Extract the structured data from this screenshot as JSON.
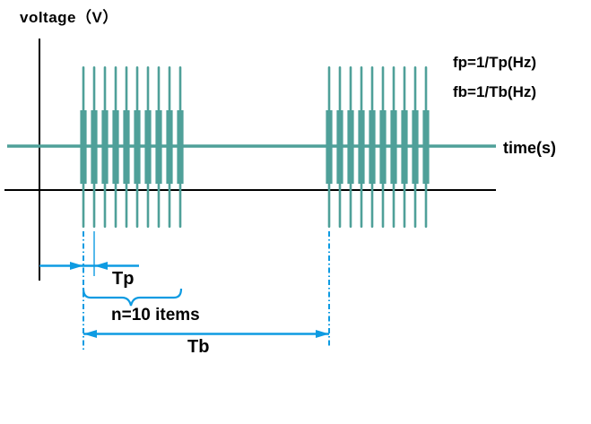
{
  "labels": {
    "voltage_axis": "voltage（V）",
    "time_axis": "time(s)",
    "fp_formula": "fp=1/Tp(Hz)",
    "fb_formula": "fb=1/Tb(Hz)",
    "tp": "Tp",
    "n_items": "n=10 items",
    "tb": "Tb"
  },
  "colors": {
    "pulse_teal": "#4fa099",
    "dimension_blue": "#0e9be2",
    "axis_black": "#000000"
  },
  "diagram": {
    "type": "pulse-train",
    "description": "Periodic bursts of pulses on a time axis; Tp is the pulse period inside a burst, Tb is the burst repetition period, each burst contains n=10 pulses",
    "bursts": 2,
    "pulses_per_burst": 10
  }
}
